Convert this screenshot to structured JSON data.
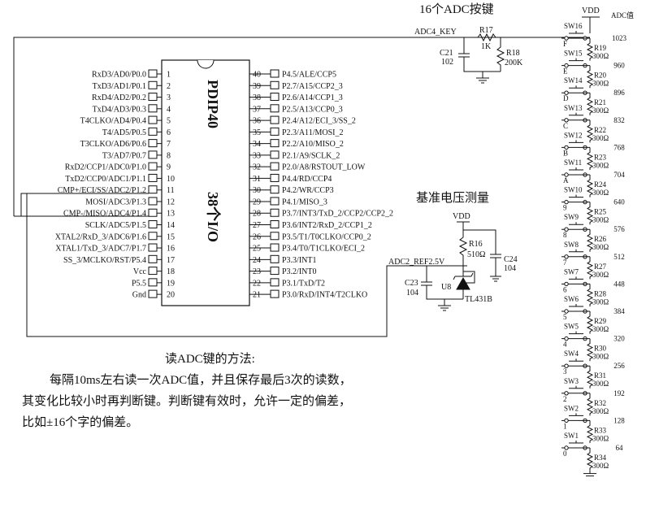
{
  "keyboard_title": "16个ADC按键",
  "vdd_top": "VDD",
  "adc_header": "ADC值",
  "adc4_net": "ADC4_KEY",
  "r17": {
    "name": "R17",
    "value": "1K"
  },
  "r18": {
    "name": "R18",
    "value": "200K"
  },
  "c21": {
    "name": "C21",
    "value": "102"
  },
  "chip": {
    "title": "PDIP40",
    "subtitle": "38个I/O"
  },
  "left_pins": [
    {
      "num": "1",
      "label": "RxD3/AD0/P0.0"
    },
    {
      "num": "2",
      "label": "TxD3/AD1/P0.1"
    },
    {
      "num": "3",
      "label": "RxD4/AD2/P0.2"
    },
    {
      "num": "4",
      "label": "TxD4/AD3/P0.3"
    },
    {
      "num": "5",
      "label": "T4CLKO/AD4/P0.4"
    },
    {
      "num": "6",
      "label": "T4/AD5/P0.5"
    },
    {
      "num": "7",
      "label": "T3CLKO/AD6/P0.6"
    },
    {
      "num": "8",
      "label": "T3/AD7/P0.7"
    },
    {
      "num": "9",
      "label": "RxD2/CCP1/ADC0/P1.0"
    },
    {
      "num": "10",
      "label": "TxD2/CCP0/ADC1/P1.1"
    },
    {
      "num": "11",
      "label": "CMP+/ECI/SS/ADC2/P1.2"
    },
    {
      "num": "12",
      "label": "MOSI/ADC3/P1.3"
    },
    {
      "num": "13",
      "label": "CMP-/MISO/ADC4/P1.4"
    },
    {
      "num": "14",
      "label": "SCLK/ADC5/P1.5"
    },
    {
      "num": "15",
      "label": "XTAL2/RxD_3/ADC6/P1.6"
    },
    {
      "num": "16",
      "label": "XTAL1/TxD_3/ADC7/P1.7"
    },
    {
      "num": "17",
      "label": "SS_3/MCLKO/RST/P5.4"
    },
    {
      "num": "18",
      "label": "Vcc"
    },
    {
      "num": "19",
      "label": "P5.5"
    },
    {
      "num": "20",
      "label": "Gnd"
    }
  ],
  "right_pins": [
    {
      "num": "40",
      "label": "P4.5/ALE/CCP5"
    },
    {
      "num": "39",
      "label": "P2.7/A15/CCP2_3"
    },
    {
      "num": "38",
      "label": "P2.6/A14/CCP1_3"
    },
    {
      "num": "37",
      "label": "P2.5/A13/CCP0_3"
    },
    {
      "num": "36",
      "label": "P2.4/A12/ECI_3/SS_2"
    },
    {
      "num": "35",
      "label": "P2.3/A11/MOSI_2"
    },
    {
      "num": "34",
      "label": "P2.2/A10/MISO_2"
    },
    {
      "num": "33",
      "label": "P2.1/A9/SCLK_2"
    },
    {
      "num": "32",
      "label": "P2.0/A8/RSTOUT_LOW"
    },
    {
      "num": "31",
      "label": "P4.4/RD/CCP4"
    },
    {
      "num": "30",
      "label": "P4.2/WR/CCP3"
    },
    {
      "num": "29",
      "label": "P4.1/MISO_3"
    },
    {
      "num": "28",
      "label": "P3.7/INT3/TxD_2/CCP2/CCP2_2"
    },
    {
      "num": "27",
      "label": "P3.6/INT2/RxD_2/CCP1_2"
    },
    {
      "num": "26",
      "label": "P3.5/T1/T0CLKO/CCP0_2"
    },
    {
      "num": "25",
      "label": "P3.4/T0/T1CLKO/ECI_2"
    },
    {
      "num": "24",
      "label": "P3.3/INT1"
    },
    {
      "num": "23",
      "label": "P3.2/INT0"
    },
    {
      "num": "22",
      "label": "P3.1/TxD/T2"
    },
    {
      "num": "21",
      "label": "P3.0/RxD/INT4/T2CLKO"
    }
  ],
  "ref": {
    "title": "基准电压测量",
    "vdd": "VDD",
    "r16": {
      "name": "R16",
      "value": "510Ω"
    },
    "c24": {
      "name": "C24",
      "value": "104"
    },
    "c23": {
      "name": "C23",
      "value": "104"
    },
    "net": "ADC2_REF2.5V",
    "u8": "U8",
    "part": "TL431B"
  },
  "method": {
    "title": "读ADC键的方法:",
    "lines": [
      "每隔10ms左右读一次ADC值，并且保存最后3次的读数，",
      "其变化比较小时再判断键。判断键有效时，允许一定的偏差，",
      "比如±16个字的偏差。"
    ]
  },
  "ladder": [
    {
      "sw": "SW16",
      "key": "F",
      "adc": "1023",
      "res": "R19",
      "rv": "300Ω"
    },
    {
      "sw": "SW15",
      "key": "E",
      "adc": "960",
      "res": "R20",
      "rv": "300Ω"
    },
    {
      "sw": "SW14",
      "key": "D",
      "adc": "896",
      "res": "R21",
      "rv": "300Ω"
    },
    {
      "sw": "SW13",
      "key": "C",
      "adc": "832",
      "res": "R22",
      "rv": "300Ω"
    },
    {
      "sw": "SW12",
      "key": "B",
      "adc": "768",
      "res": "R23",
      "rv": "300Ω"
    },
    {
      "sw": "SW11",
      "key": "A",
      "adc": "704",
      "res": "R24",
      "rv": "300Ω"
    },
    {
      "sw": "SW10",
      "key": "9",
      "adc": "640",
      "res": "R25",
      "rv": "300Ω"
    },
    {
      "sw": "SW9",
      "key": "8",
      "adc": "576",
      "res": "R26",
      "rv": "300Ω"
    },
    {
      "sw": "SW8",
      "key": "7",
      "adc": "512",
      "res": "R27",
      "rv": "300Ω"
    },
    {
      "sw": "SW7",
      "key": "6",
      "adc": "448",
      "res": "R28",
      "rv": "300Ω"
    },
    {
      "sw": "SW6",
      "key": "5",
      "adc": "384",
      "res": "R29",
      "rv": "300Ω"
    },
    {
      "sw": "SW5",
      "key": "4",
      "adc": "320",
      "res": "R30",
      "rv": "300Ω"
    },
    {
      "sw": "SW4",
      "key": "3",
      "adc": "256",
      "res": "R31",
      "rv": "300Ω"
    },
    {
      "sw": "SW3",
      "key": "2",
      "adc": "192",
      "res": "R32",
      "rv": "300Ω"
    },
    {
      "sw": "SW2",
      "key": "1",
      "adc": "128",
      "res": "R33",
      "rv": "300Ω"
    },
    {
      "sw": "SW1",
      "key": "0",
      "adc": "64",
      "res": "R34",
      "rv": "300Ω"
    }
  ]
}
